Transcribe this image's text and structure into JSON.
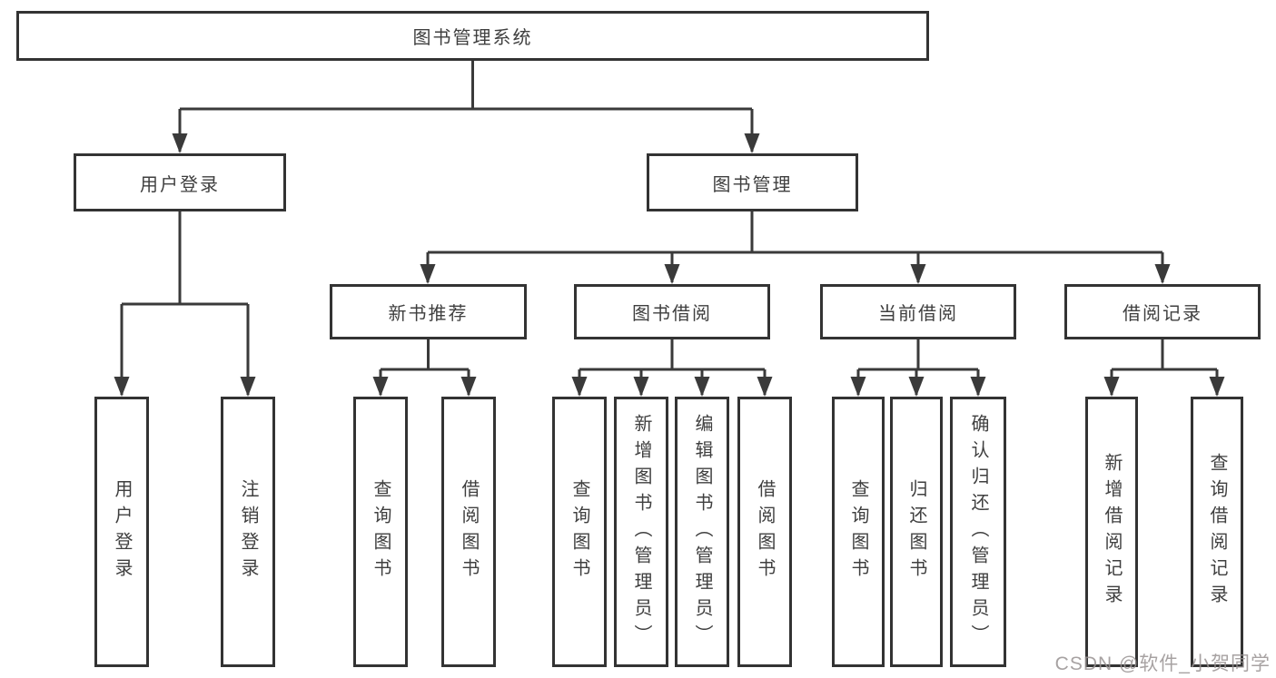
{
  "root": {
    "label": "图书管理系统"
  },
  "level2": [
    {
      "label": "用户登录"
    },
    {
      "label": "图书管理"
    }
  ],
  "level3": [
    {
      "label": "新书推荐"
    },
    {
      "label": "图书借阅"
    },
    {
      "label": "当前借阅"
    },
    {
      "label": "借阅记录"
    }
  ],
  "leaves": [
    {
      "label": "用户登录"
    },
    {
      "label": "注销登录"
    },
    {
      "label": "查询图书"
    },
    {
      "label": "借阅图书"
    },
    {
      "label": "查询图书"
    },
    {
      "label": "新增图书（管理员）"
    },
    {
      "label": "编辑图书（管理员）"
    },
    {
      "label": "借阅图书"
    },
    {
      "label": "查询图书"
    },
    {
      "label": "归还图书"
    },
    {
      "label": "确认归还（管理员）"
    },
    {
      "label": "新增借阅记录"
    },
    {
      "label": "查询借阅记录"
    }
  ],
  "watermark": "CSDN @软件_小贺同学",
  "colors": {
    "line": "#3a3a3a",
    "text": "#3f3f3f",
    "background": "#ffffff",
    "watermark": "#989292"
  }
}
